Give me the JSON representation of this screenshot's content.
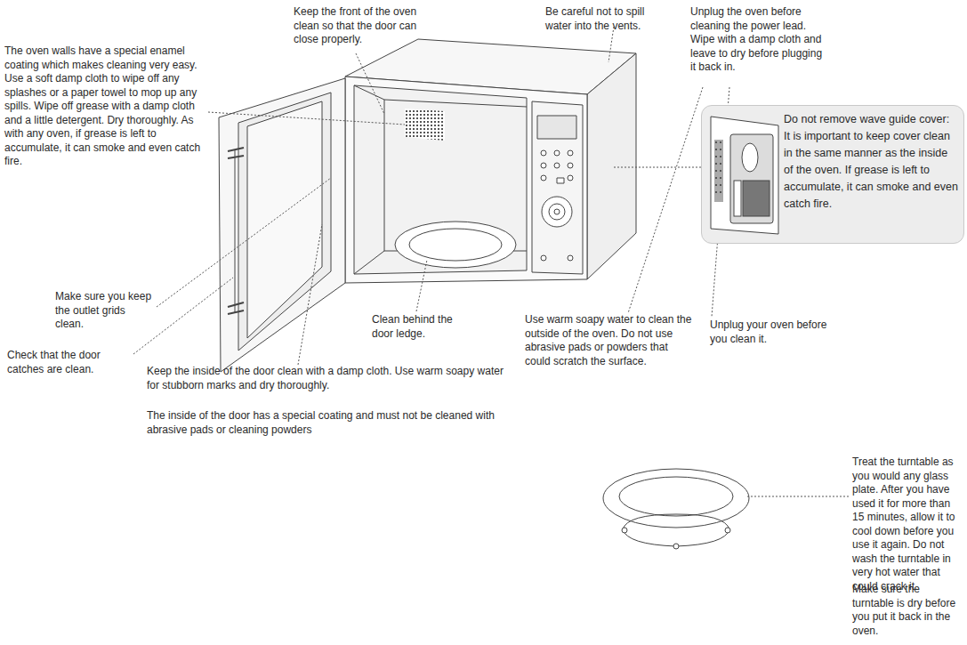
{
  "diagram": {
    "nodes": [
      {
        "text": [
          "Do not remove wave guide cover: It is important to keep cover clean in the same manner as the inside of the oven. If grease is left to accumulate, it can smoke and even catch fire."
        ]
      }
    ],
    "labels": [
      "Keep the front of the oven clean so that the door can close properly.",
      "Be careful not to spill water into the vents.",
      "Unplug the oven before cleaning the power lead. Wipe with a damp cloth and leave to dry before plugging it back in.",
      "The oven walls have a special enamel coating which makes cleaning very easy. Use a soft damp cloth to wipe off any splashes or a paper towel to mop up any spills. Wipe off grease with a damp cloth and a little detergent. Dry thoroughly. As with any oven, if grease is left to accumulate, it can smoke and even catch fire.",
      "Make sure you keep the outlet grids clean.",
      "Clean behind the door ledge.",
      "Check that the door catches are clean.",
      "Keep the inside of the door clean with a damp cloth. Use warm soapy water for stubborn marks and dry thoroughly.",
      "The inside of the door has a special coating and must not be cleaned with abrasive pads or cleaning powders",
      "Use warm soapy water to clean the outside of the oven. Do not use abrasive pads or powders that could scratch the surface.",
      "Unplug your oven before you clean it.",
      "Treat the turntable as you would any glass plate. After you have used it for more than 15 minutes, allow it to cool down before you use it again. Do not wash the turntable in very hot water that could crack it.",
      "Make sure the turntable is dry before you put it back in the oven."
    ]
  }
}
